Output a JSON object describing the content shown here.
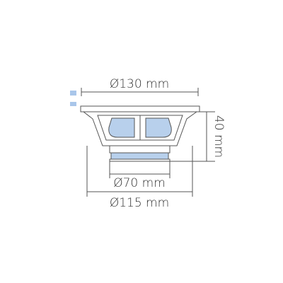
{
  "dimensions": {
    "top_diameter": "Ø130 mm",
    "height": "40 mm",
    "magnet_diameter": "Ø70 mm",
    "basket_diameter": "Ø115 mm"
  },
  "colors": {
    "line": "#555555",
    "highlight": "#b8d0ec",
    "accent_tab": "#a9c6ea",
    "frame_fill": "#ffffff"
  }
}
